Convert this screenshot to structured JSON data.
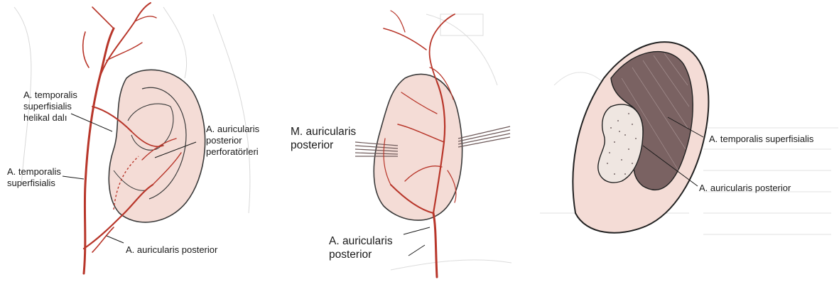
{
  "figure": {
    "panel1": {
      "labels": {
        "temporalis_helical_1": "A. temporalis",
        "temporalis_helical_2": "superfisialis",
        "temporalis_helical_3": "helikal dalı",
        "temporalis_1": "A. temporalis",
        "temporalis_2": "superfisialis",
        "aur_perf_1": "A. auricularis",
        "aur_perf_2": "posterior",
        "aur_perf_3": "perforatörleri",
        "aur_post": "A. auricularis posterior"
      }
    },
    "panel2": {
      "labels": {
        "muscle_1": "M. auricularis",
        "muscle_2": "posterior",
        "artery_1": "A. auricularis",
        "artery_2": "posterior"
      }
    },
    "panel3": {
      "labels": {
        "temporalis": "A. temporalis superfisialis",
        "aur_post": "A. auricularis posterior"
      }
    },
    "colors": {
      "skin": "#f4dcd6",
      "vessel": "#b8362a",
      "outline": "#2a2a2a",
      "shade": "#6e5a5a"
    }
  }
}
